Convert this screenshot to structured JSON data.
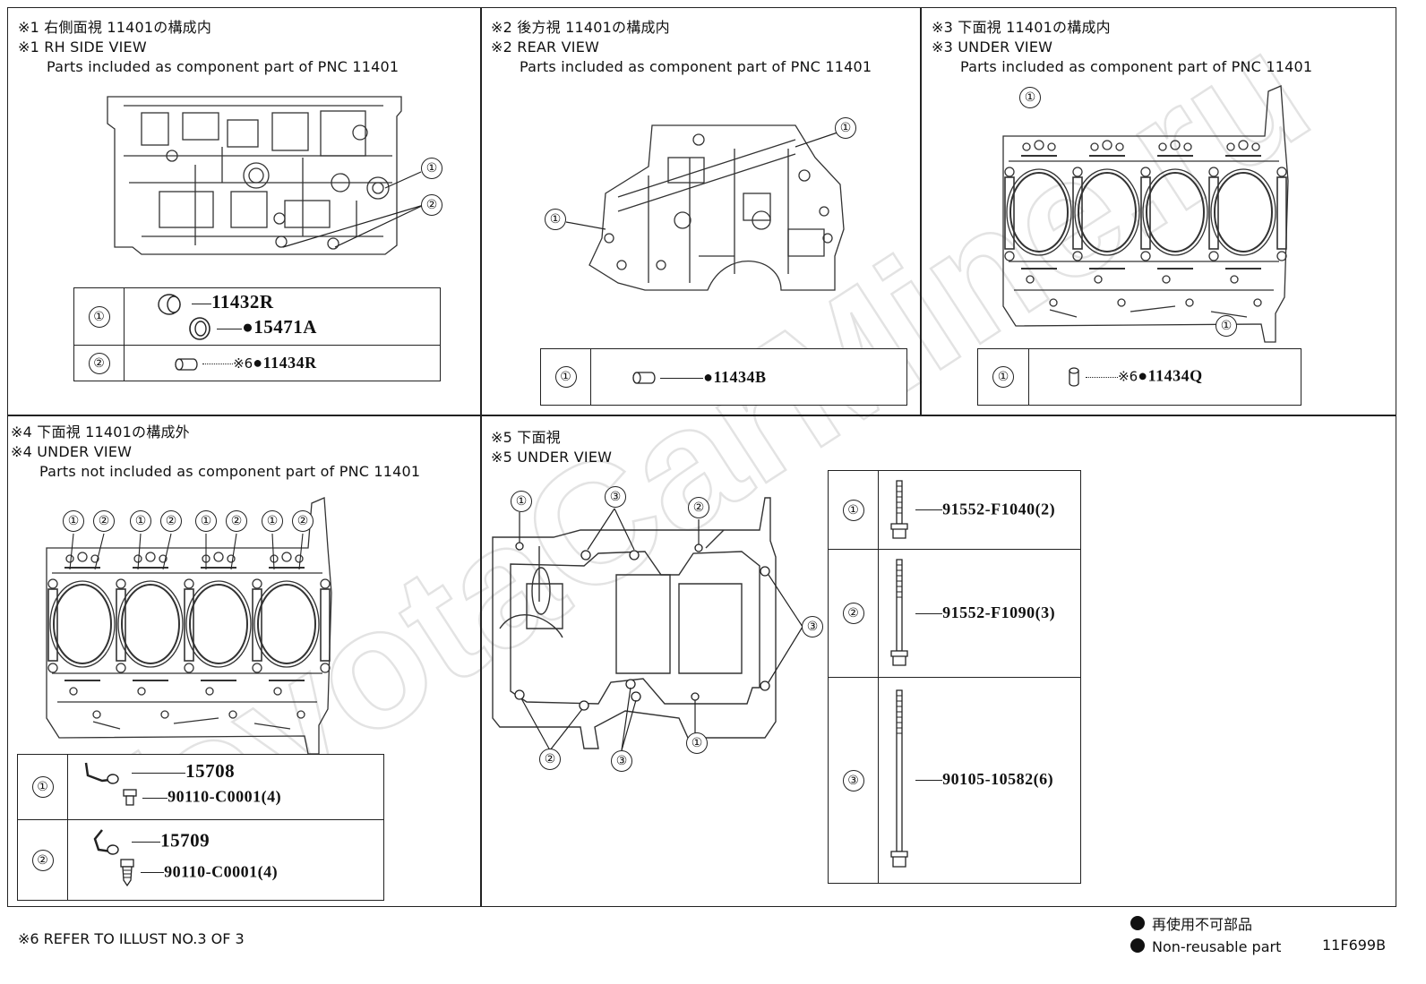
{
  "panels": {
    "p1": {
      "title_jp": "※1 右側面視 11401の構成内",
      "title_en": "※1 RH SIDE VIEW",
      "subtitle": "Parts included as component part of PNC 11401",
      "rows": [
        {
          "key": "①",
          "parts": [
            "11432R",
            "●15471A"
          ]
        },
        {
          "key": "②",
          "ref": "※6",
          "parts": [
            "●11434R"
          ]
        }
      ]
    },
    "p2": {
      "title_jp": "※2 後方視 11401の構成内",
      "title_en": "※2 REAR VIEW",
      "subtitle": "Parts included as component part of PNC 11401",
      "rows": [
        {
          "key": "①",
          "parts": [
            "●11434B"
          ]
        }
      ]
    },
    "p3": {
      "title_jp": "※3 下面視 11401の構成内",
      "title_en": "※3 UNDER VIEW",
      "subtitle": "Parts included as component part of PNC 11401",
      "rows": [
        {
          "key": "①",
          "ref": "※6",
          "parts": [
            "●11434Q"
          ]
        }
      ]
    },
    "p4": {
      "title_jp": "※4 下面視 11401の構成外",
      "title_en": "※4 UNDER VIEW",
      "subtitle": "Parts not included as component part of PNC 11401",
      "rows": [
        {
          "key": "①",
          "parts": [
            "15708",
            "90110-C0001(4)"
          ]
        },
        {
          "key": "②",
          "parts": [
            "15709",
            "90110-C0001(4)"
          ]
        }
      ]
    },
    "p5": {
      "title_jp": "※5 下面視",
      "title_en": "※5 UNDER VIEW",
      "rows": [
        {
          "key": "①",
          "parts": [
            "91552-F1040(2)"
          ]
        },
        {
          "key": "②",
          "parts": [
            "91552-F1090(3)"
          ]
        },
        {
          "key": "③",
          "parts": [
            "90105-10582(6)"
          ]
        }
      ]
    }
  },
  "callouts": {
    "one": "①",
    "two": "②",
    "three": "③"
  },
  "footer": {
    "note": "※6 REFER TO ILLUST NO.3 OF 3",
    "legend_jp": "再使用不可部品",
    "legend_en": "Non-reusable part",
    "illustration_code": "11F699B"
  },
  "watermark": {
    "text": "ToyotaCarMine.ru"
  }
}
